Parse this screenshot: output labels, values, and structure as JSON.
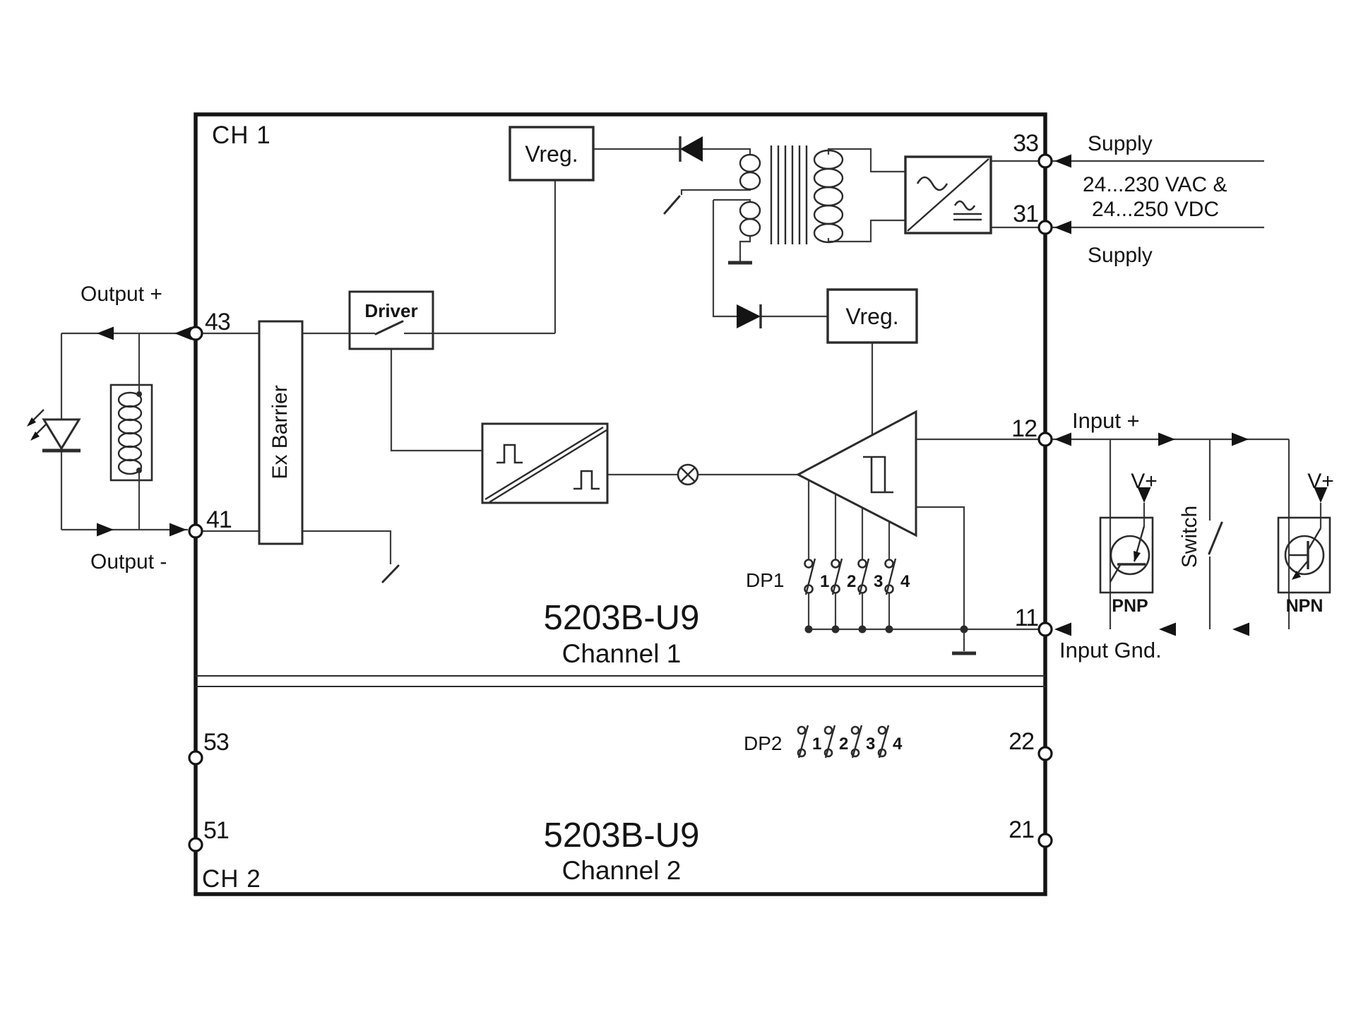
{
  "diagram": {
    "model": "5203B-U9",
    "channel1": {
      "corner": "CH 1",
      "caption": "Channel 1"
    },
    "channel2": {
      "corner": "CH 2",
      "caption": "Channel 2"
    },
    "terminals": {
      "t33": "33",
      "t31": "31",
      "t12": "12",
      "t11": "11",
      "t22": "22",
      "t21": "21",
      "t43": "43",
      "t41": "41",
      "t53": "53",
      "t51": "51"
    },
    "blocks": {
      "vreg_top": "Vreg.",
      "vreg_mid": "Vreg.",
      "driver": "Driver",
      "ex_barrier": "Ex Barrier"
    },
    "labels": {
      "supply_top": "Supply",
      "supply_bottom": "Supply",
      "voltage_ac": "24...230 VAC &",
      "voltage_dc": "24...250 VDC",
      "output_plus": "Output +",
      "output_minus": "Output -",
      "input_plus": "Input +",
      "input_gnd": "Input Gnd.",
      "v_plus_pnp": "V+",
      "v_plus_npn": "V+",
      "pnp": "PNP",
      "npn": "NPN",
      "switch": "Switch",
      "dp1": "DP1",
      "dp2": "DP2"
    },
    "dip_numbers": [
      "1",
      "2",
      "3",
      "4"
    ],
    "icons": {
      "ac_wave": "ac-wave-icon",
      "dc_wave": "dc-wave-icon",
      "ground": "ground-icon",
      "led": "led-icon",
      "load_coil": "coil-icon",
      "transformer": "transformer-icon",
      "modulator": "multiplier-icon",
      "comparator": "hysteresis-comparator-icon",
      "pulse_isolator": "pulse-isolator-icon"
    },
    "colors": {
      "line": "#3d3d3d",
      "heavy": "#141414",
      "background": "#ffffff"
    }
  }
}
